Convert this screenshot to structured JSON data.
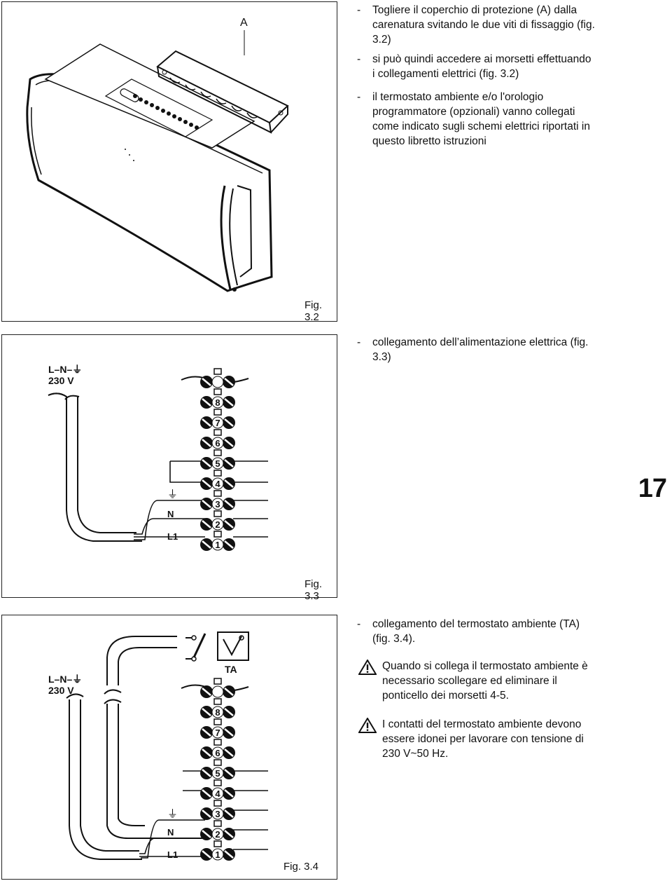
{
  "fig2": {
    "callout": "A",
    "label": "Fig. 3.2",
    "steps": [
      "Togliere il coperchio di protezione (A) dalla carenatura svitando le due viti di fissaggio (fig. 3.2)",
      "si può quindi accedere ai morsetti effettuando i collegamenti elettrici (fig. 3.2)",
      "il termostato ambiente e/o l'orologio programmatore (opzionali) vanno collegati come indicato sugli schemi elettrici riportati in questo libretto istruzioni"
    ]
  },
  "fig3": {
    "label": "Fig. 3.3",
    "supply_label": "L–N–⏚",
    "voltage_label": "230  V",
    "wire_labels": {
      "earth": "⏚",
      "neutral": "N",
      "line": "L1"
    },
    "terminals": [
      "8",
      "7",
      "6",
      "5",
      "4",
      "3",
      "2",
      "1"
    ],
    "step": "collegamento dell’alimentazione elettrica (fig. 3.3)"
  },
  "fig4": {
    "label": "Fig. 3.4",
    "supply_label": "L–N–⏚",
    "voltage_label": "230  V",
    "thermostat_label": "TA",
    "wire_labels": {
      "earth": "⏚",
      "neutral": "N",
      "line": "L1"
    },
    "terminals": [
      "8",
      "7",
      "6",
      "5",
      "4",
      "3",
      "2",
      "1"
    ],
    "step": "collegamento del termostato ambiente (TA) (fig. 3.4).",
    "warnings": [
      "Quando si collega il termostato ambiente è necessario scollegare ed eliminare il ponticello dei morsetti 4-5.",
      "I contatti del termostato ambiente devono essere idonei per lavorare con tensione di 230 V~50 Hz."
    ]
  },
  "page_number": "17"
}
